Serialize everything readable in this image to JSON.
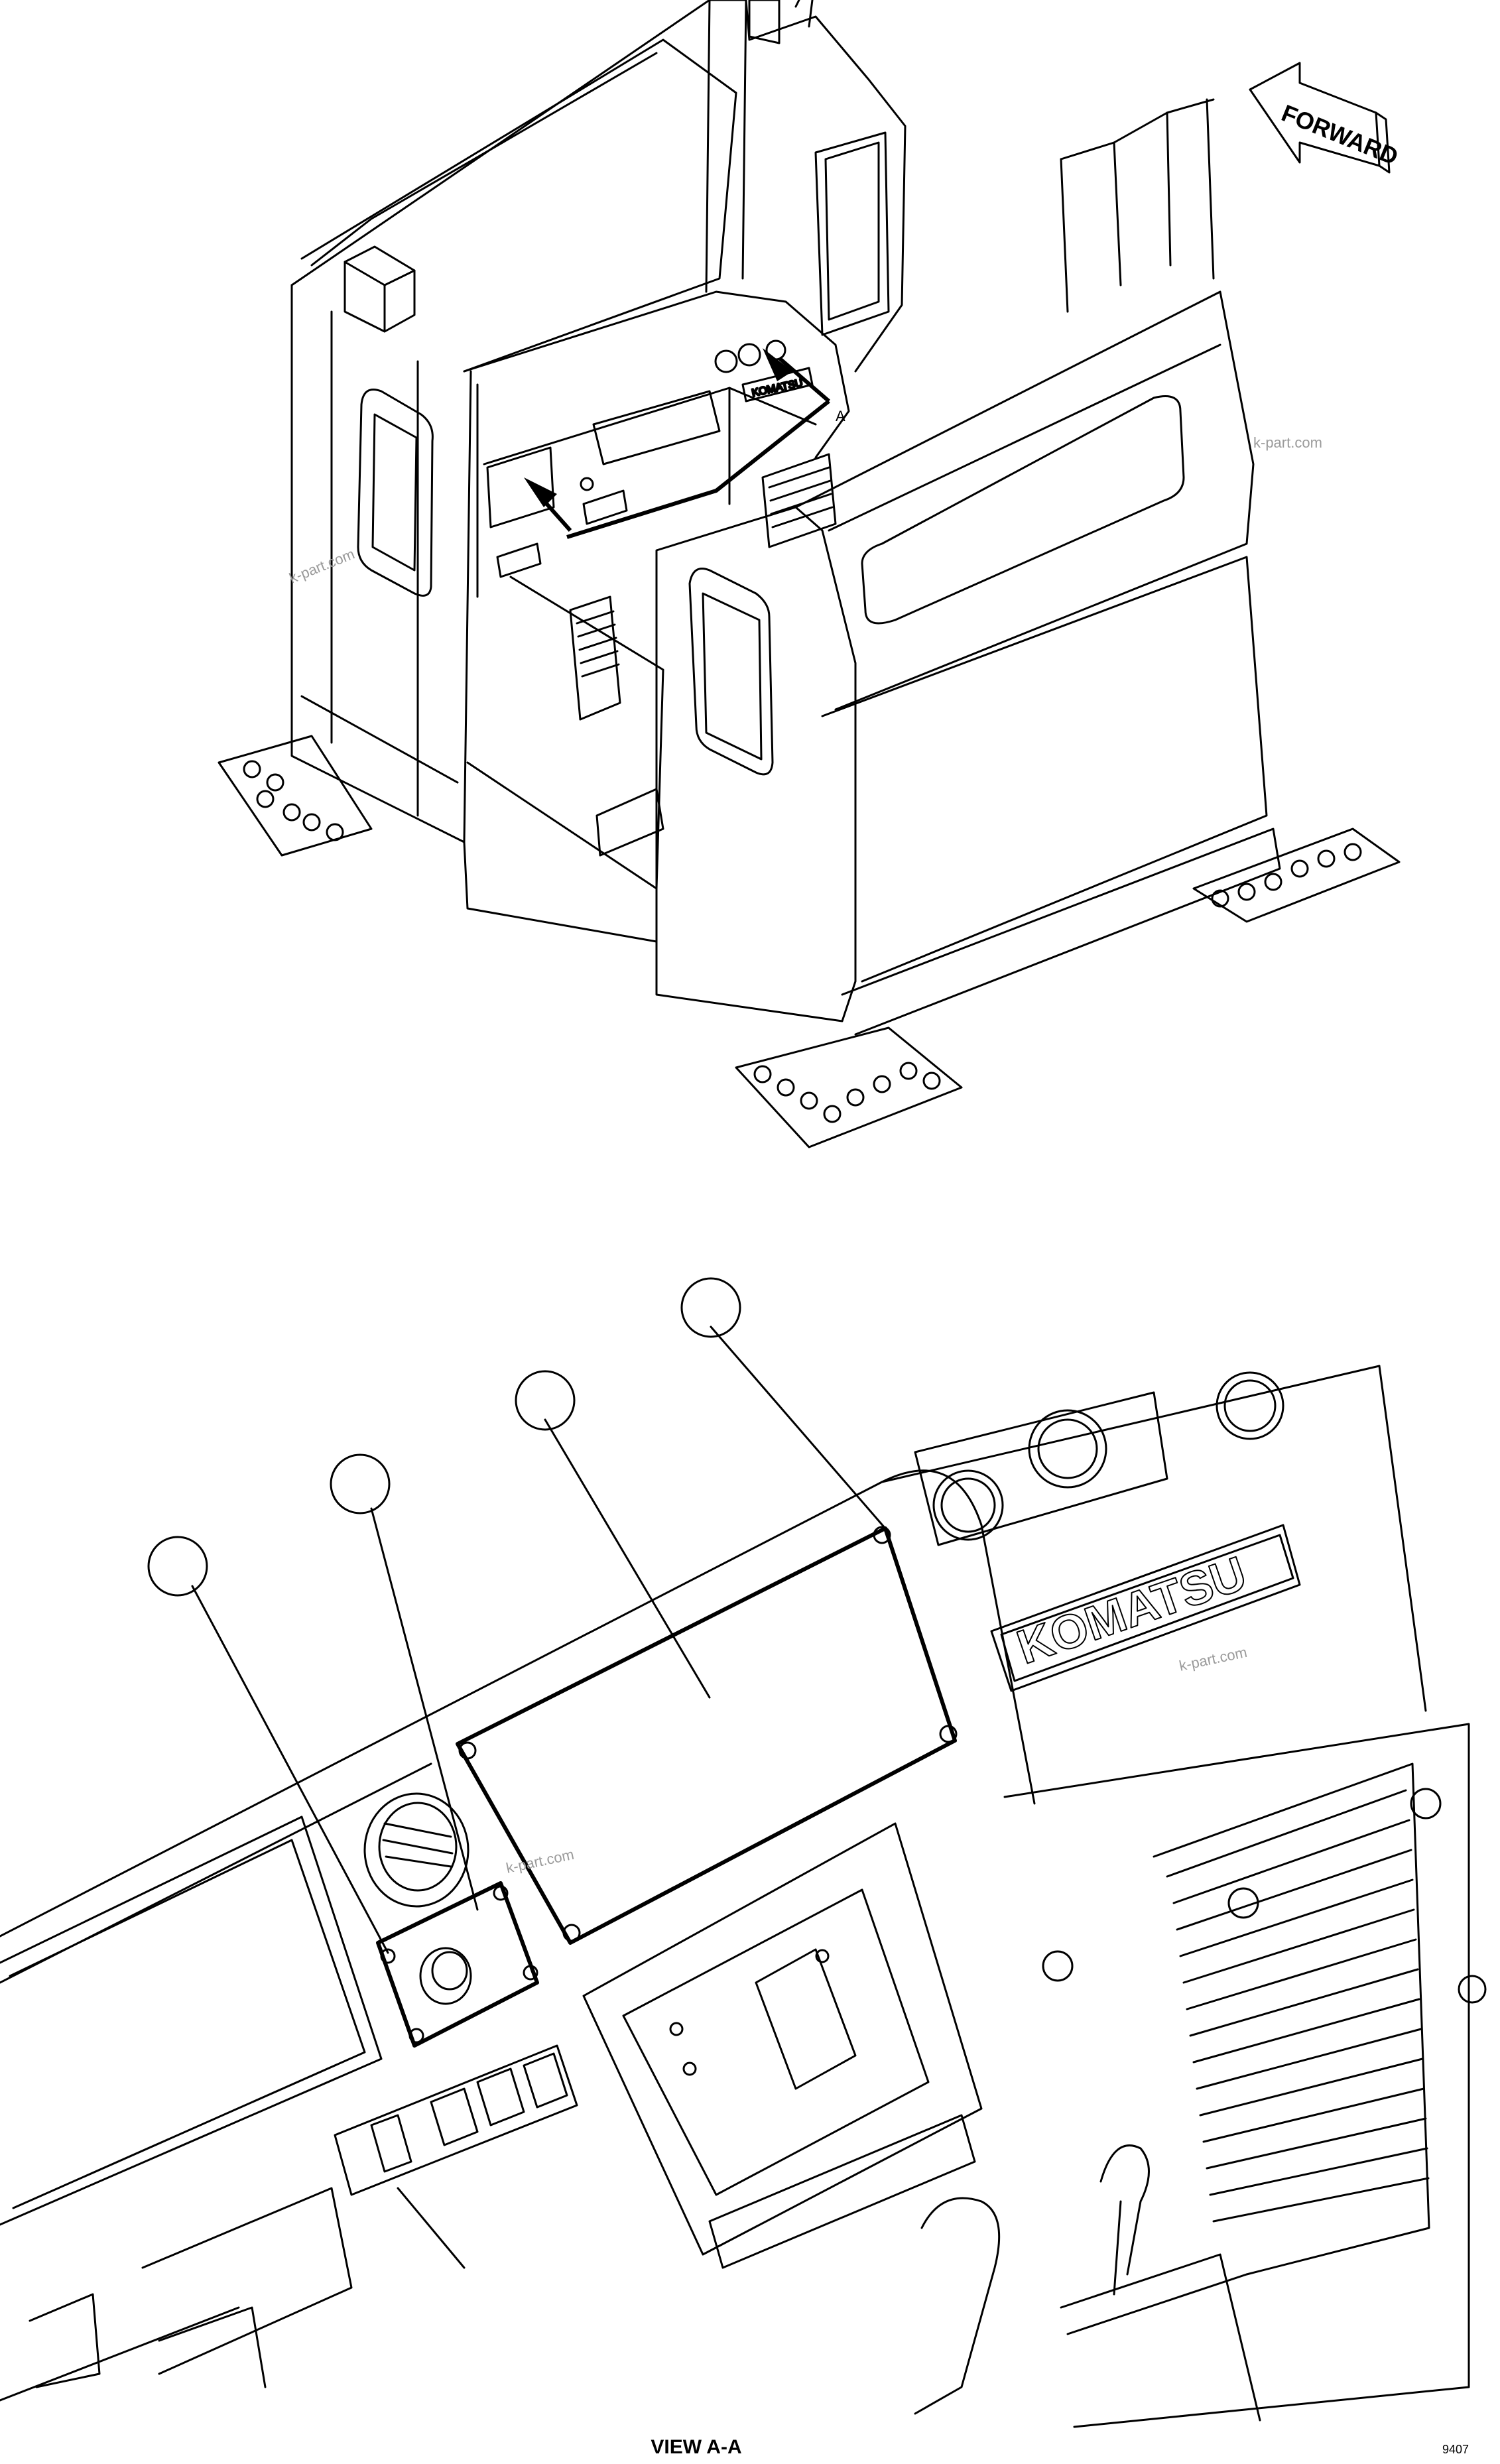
{
  "forward_arrow": {
    "label": "FORWARD"
  },
  "section_marker": {
    "label": "A"
  },
  "watermark": {
    "text": "k-part.com"
  },
  "view_label": "VIEW A-A",
  "page_code": "9407",
  "brand": {
    "logo_text": "KOMATSU"
  },
  "callouts": [
    {
      "id": "callout-1",
      "number": ""
    },
    {
      "id": "callout-2",
      "number": ""
    },
    {
      "id": "callout-3",
      "number": ""
    },
    {
      "id": "callout-4",
      "number": ""
    }
  ],
  "colors": {
    "line": "#000000",
    "background": "#ffffff",
    "watermark": "#9a9a9a"
  }
}
